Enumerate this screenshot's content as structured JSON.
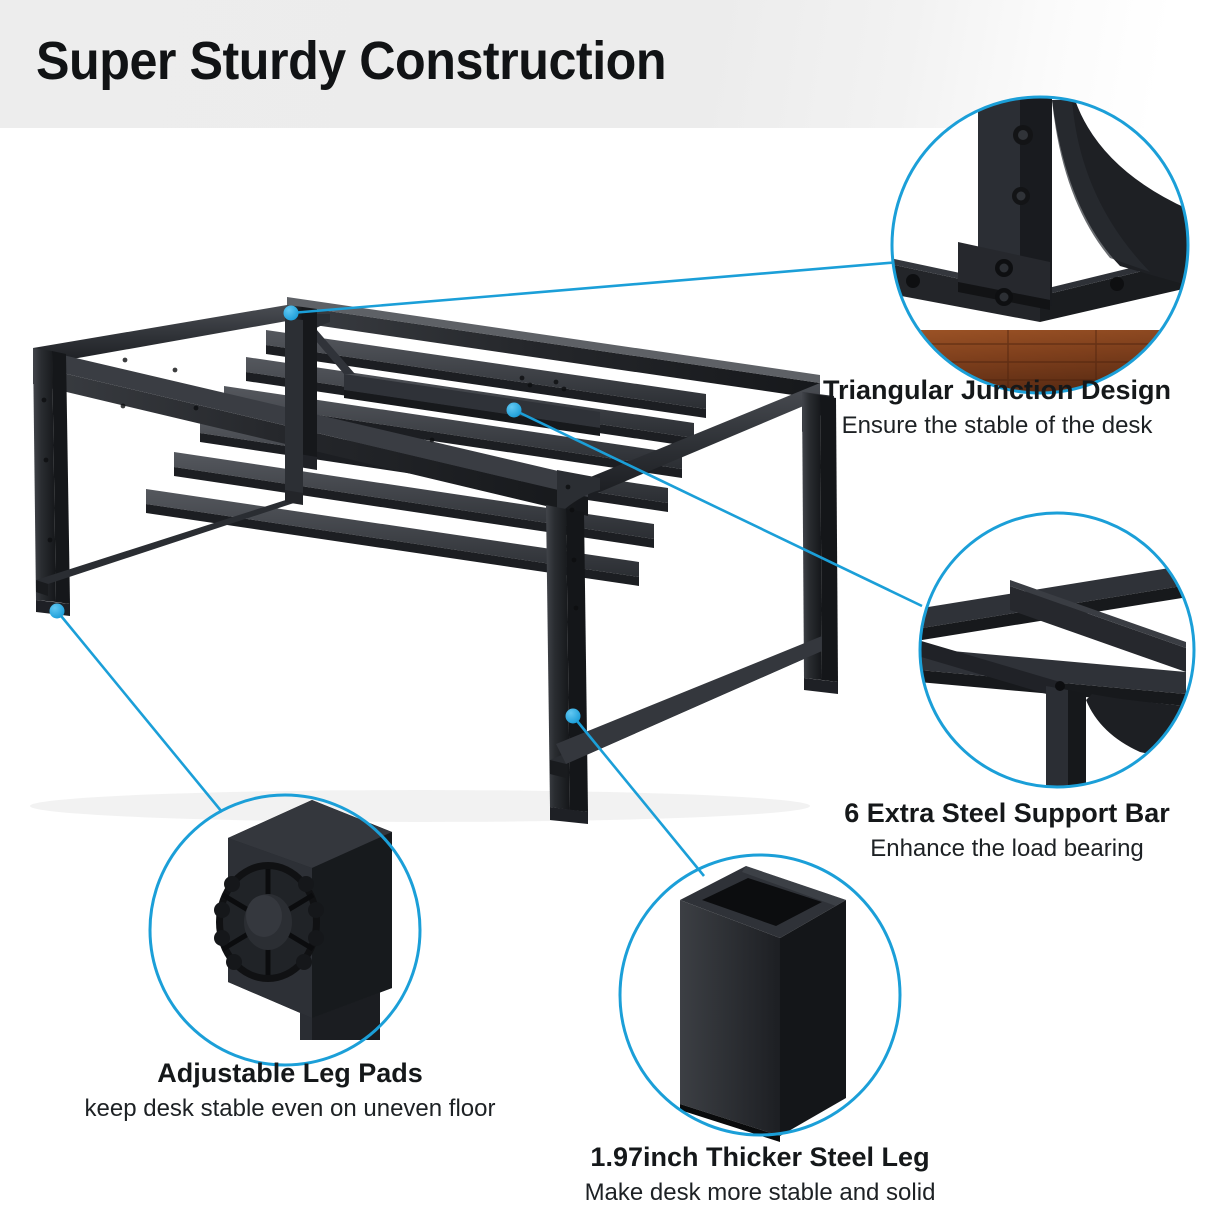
{
  "header": {
    "title": "Super Sturdy Construction",
    "band_color": "#ececec"
  },
  "theme": {
    "accent_blue": "#1B9FD8",
    "steel_black": "#24262a",
    "steel_dark": "#17181b",
    "wood_brown": "#8a4a22",
    "text_color": "#15181a",
    "background": "#ffffff"
  },
  "product": {
    "name": "desk-frame",
    "description": "Black steel rectangular desk frame shown in isometric view with six support bars"
  },
  "callouts": [
    {
      "id": "triangular-junction",
      "title": "Triangular Junction Design",
      "subtitle": "Ensure the stable of the desk",
      "detail_image": "corner-bracket-on-wood-floor"
    },
    {
      "id": "support-bar",
      "title": "6 Extra Steel Support Bar",
      "subtitle": "Enhance the load bearing",
      "detail_image": "frame-support-bars-closeup"
    },
    {
      "id": "leg-pads",
      "title": "Adjustable Leg Pads",
      "subtitle": "keep desk stable even on uneven floor",
      "detail_image": "adjustable-foot-pad-closeup"
    },
    {
      "id": "steel-leg",
      "title": "1.97inch Thicker Steel Leg",
      "subtitle": "Make desk more stable and solid",
      "detail_image": "square-steel-tube-closeup"
    }
  ]
}
